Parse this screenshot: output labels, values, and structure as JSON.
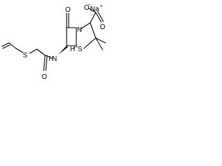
{
  "molecule": {
    "atoms": {
      "cation": "Na",
      "cation_charge": "+",
      "carboxylate_o": "O",
      "carboxylate_charge": "−",
      "carbonyl_o_acid": "O",
      "ring_n": "N",
      "ring_s": "S",
      "lactam_o": "O",
      "amide_o": "O",
      "amide_h": "H",
      "amide_n": "N",
      "thioether_s": "S",
      "stereo_h": "H"
    }
  }
}
